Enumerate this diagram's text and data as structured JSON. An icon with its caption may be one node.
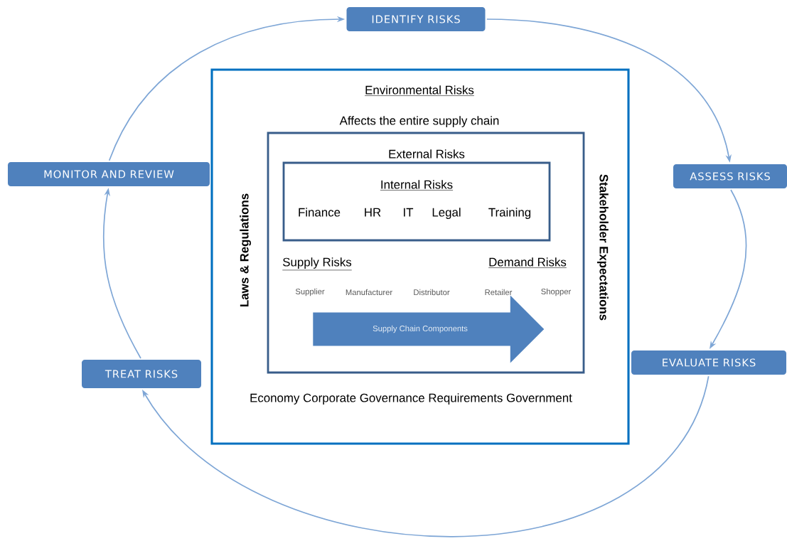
{
  "diagram": {
    "nodes": [
      {
        "text": [
          "IDENTIFY RISKS"
        ]
      },
      {
        "text": [
          "ASSESS RISKS"
        ]
      },
      {
        "text": [
          "EVALUATE RISKS"
        ]
      },
      {
        "text": [
          "TREAT RISKS"
        ]
      },
      {
        "text": [
          "MONITOR AND REVIEW"
        ]
      },
      {
        "text": [
          "Environmental Risks",
          "Affects the entire supply chain",
          "Laws & Regulations",
          "Stakeholder Expectations",
          "Economy Corporate Governance Requirements Government"
        ]
      },
      {
        "text": [
          "External Risks",
          "Supply Risks",
          "Demand Risks"
        ],
        "in": 5
      },
      {
        "text": [
          "Internal Risks",
          "Finance",
          "HR",
          "IT",
          "Legal",
          "Training"
        ],
        "in": 6
      },
      {
        "text": [
          "Supply Chain Components"
        ],
        "in": 6
      }
    ],
    "edges": [
      {
        "from": 0,
        "to": 1,
        "arrow": "to"
      },
      {
        "from": 1,
        "to": 2,
        "arrow": "to"
      },
      {
        "from": 2,
        "to": 3,
        "arrow": "to"
      },
      {
        "from": 3,
        "to": 4,
        "arrow": "to"
      },
      {
        "from": 4,
        "to": 0,
        "arrow": "to"
      }
    ],
    "labels": [
      "Supplier",
      "Manufacturer",
      "Distributor",
      "Retailer",
      "Shopper"
    ]
  }
}
